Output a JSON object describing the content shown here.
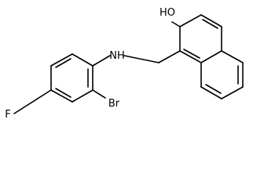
{
  "structure": {
    "atom_labels": {
      "hydroxyl": "HO",
      "amine": "NH",
      "fluorine": "F",
      "bromine": "Br"
    }
  },
  "colors": {
    "bond": "#000000",
    "text": "#000000",
    "background": "#ffffff"
  }
}
